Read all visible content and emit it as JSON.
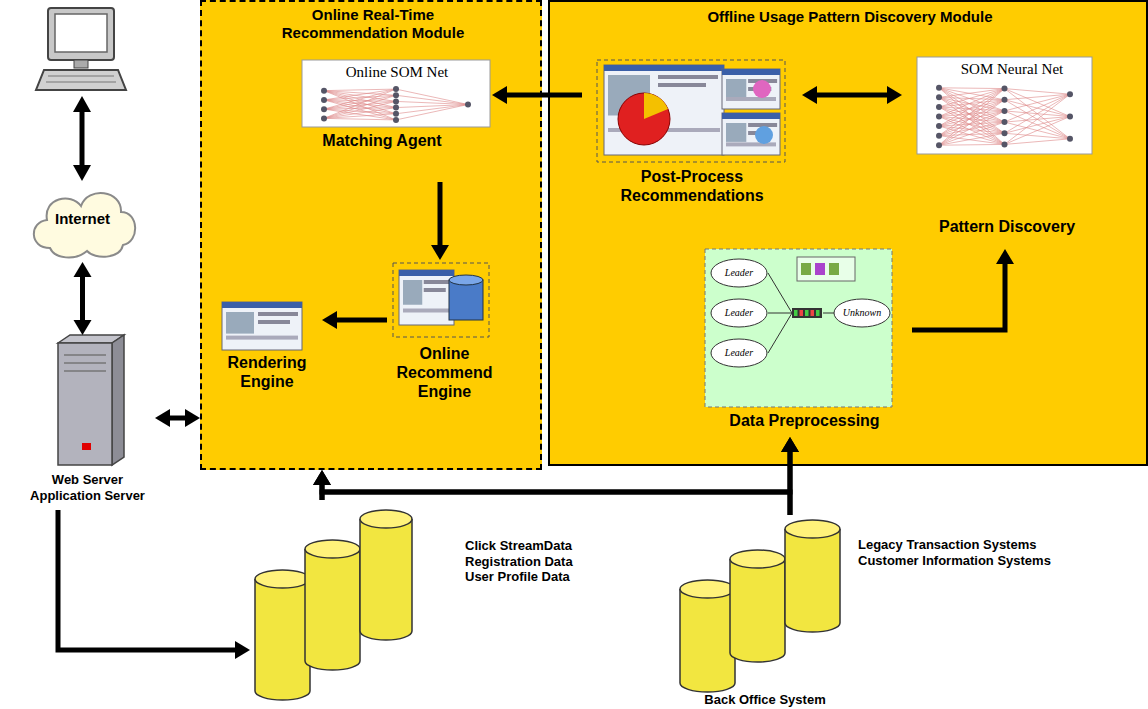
{
  "diagram": {
    "nodes": [
      {
        "text": [
          "Internet"
        ]
      },
      {
        "text": [
          "Web Server Application Server"
        ]
      },
      {
        "text": [
          "Online Real-Time Recommendation Module"
        ]
      },
      {
        "text": [
          "Online SOM Net",
          "Matching Agent"
        ],
        "in": 2
      },
      {
        "text": [
          "Rendering Engine"
        ],
        "in": 2
      },
      {
        "text": [
          "Online Recommend Engine"
        ],
        "in": 2
      },
      {
        "text": [
          "Offline Usage Pattern Discovery Module"
        ]
      },
      {
        "text": [
          "Post-Process Recommendations"
        ],
        "in": 6
      },
      {
        "text": [
          "SOM Neural Net",
          "Pattern Discovery"
        ],
        "in": 6
      },
      {
        "text": [
          "Data Preprocessing"
        ],
        "in": 6
      },
      {
        "text": [
          "Click StreamData Registration Data User Profile Data"
        ]
      },
      {
        "text": [
          "Legacy Transaction Systems Customer Information Systems",
          "Back Office System"
        ]
      }
    ],
    "edges": [
      {
        "from": 0,
        "to": 1,
        "arrow": "both"
      },
      {
        "from": 1,
        "to": 2,
        "arrow": "both"
      },
      {
        "from": 1,
        "to": 10,
        "arrow": "to"
      },
      {
        "from": 7,
        "to": 3,
        "arrow": "to"
      },
      {
        "from": 7,
        "to": 8,
        "arrow": "both"
      },
      {
        "from": 3,
        "to": 5,
        "arrow": "to"
      },
      {
        "from": 5,
        "to": 4,
        "arrow": "to"
      },
      {
        "from": 9,
        "to": 8,
        "arrow": "to"
      },
      {
        "from": 10,
        "to": 2,
        "arrow": "to"
      },
      {
        "from": 10,
        "to": 9,
        "arrow": "to"
      },
      {
        "from": 11,
        "to": 2,
        "arrow": "to"
      },
      {
        "from": 11,
        "to": 9,
        "arrow": "to"
      }
    ],
    "labels": [
      "Leader",
      "Leader",
      "Leader",
      "Unknown"
    ]
  }
}
